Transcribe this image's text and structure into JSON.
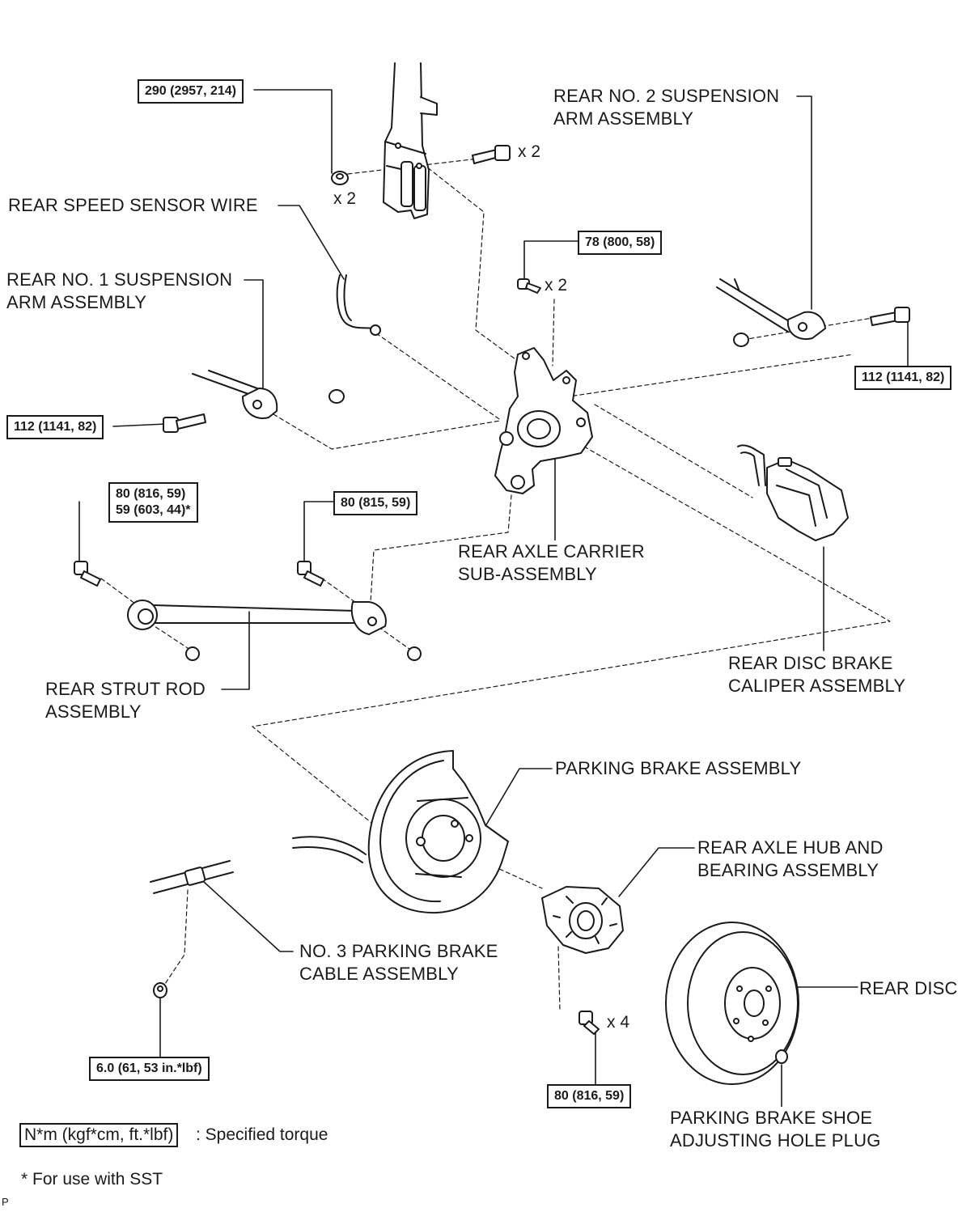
{
  "labels": {
    "rear_no2_arm": [
      "REAR NO. 2 SUSPENSION",
      "ARM ASSEMBLY"
    ],
    "rear_speed_sensor": [
      "REAR SPEED SENSOR WIRE"
    ],
    "rear_no1_arm": [
      "REAR NO. 1 SUSPENSION",
      "ARM ASSEMBLY"
    ],
    "rear_axle_carrier": [
      "REAR AXLE CARRIER",
      "SUB-ASSEMBLY"
    ],
    "rear_disc_caliper": [
      "REAR DISC BRAKE",
      "CALIPER ASSEMBLY"
    ],
    "rear_strut_rod": [
      "REAR STRUT ROD",
      "ASSEMBLY"
    ],
    "parking_brake": [
      "PARKING BRAKE ASSEMBLY"
    ],
    "rear_axle_hub": [
      "REAR AXLE HUB AND",
      "BEARING ASSEMBLY"
    ],
    "no3_cable": [
      "NO. 3 PARKING BRAKE",
      "CABLE ASSEMBLY"
    ],
    "rear_disc": [
      "REAR DISC"
    ],
    "hole_plug": [
      "PARKING BRAKE SHOE",
      "ADJUSTING HOLE PLUG"
    ]
  },
  "torques": {
    "strut_top": "290 (2957, 214)",
    "caliper_bolt": "78 (800, 58)",
    "no2_arm": "112 (1141, 82)",
    "no1_arm": "112 (1141, 82)",
    "strut_rod_a": [
      "80 (816, 59)",
      "59 (603, 44)*"
    ],
    "strut_rod_b": "80 (815, 59)",
    "cable_bolt": "6.0 (61, 53 in.*lbf)",
    "hub_bolt": "80 (816, 59)"
  },
  "quantities": {
    "strut_bolt": "x 2",
    "strut_nut": "x 2",
    "caliper_bolt": "x 2",
    "hub_bolt": "x 4"
  },
  "legend": {
    "box": "N*m (kgf*cm, ft.*lbf)",
    "text": ": Specified torque",
    "sst_note": "* For use with SST"
  },
  "corner_mark": "P"
}
